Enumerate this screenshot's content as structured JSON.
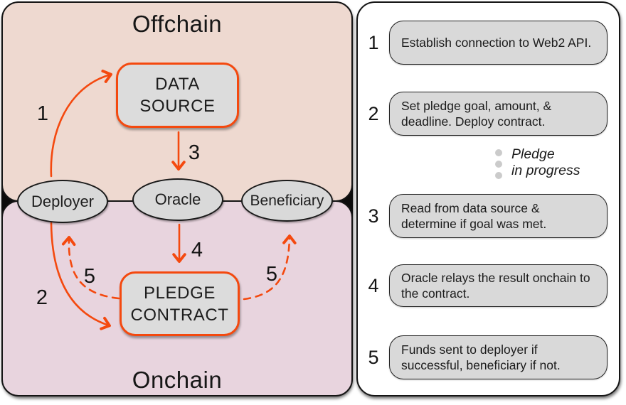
{
  "diagram": {
    "offchain_label": "Offchain",
    "onchain_label": "Onchain",
    "nodes": {
      "data_source_line1": "DATA",
      "data_source_line2": "SOURCE",
      "pledge_contract_line1": "PLEDGE",
      "pledge_contract_line2": "CONTRACT",
      "deployer": "Deployer",
      "oracle": "Oracle",
      "beneficiary": "Beneficiary"
    },
    "arrow_labels": {
      "step1": "1",
      "step2": "2",
      "step3": "3",
      "step4": "4",
      "step5_left": "5",
      "step5_right": "5"
    }
  },
  "steps": {
    "items": [
      {
        "num": "1",
        "text": "Establish connection to Web2 API."
      },
      {
        "num": "2",
        "text": "Set pledge goal, amount, & deadline. Deploy contract."
      },
      {
        "num": "3",
        "text": "Read from data source & determine if goal was met."
      },
      {
        "num": "4",
        "text": "Oracle relays the result onchain to the contract."
      },
      {
        "num": "5",
        "text": "Funds sent to deployer if successful, beneficiary if not."
      }
    ],
    "progress_note_line1": "Pledge",
    "progress_note_line2": "in progress"
  },
  "colors": {
    "accent_orange": "#f4490f",
    "offchain_background": "#eed9d0",
    "onchain_background": "#e8d4de",
    "node_fill": "#d9d9d9",
    "panel_background": "#ffffff",
    "outline_black": "#141414",
    "progress_dot_gray": "#cbcbcb"
  }
}
